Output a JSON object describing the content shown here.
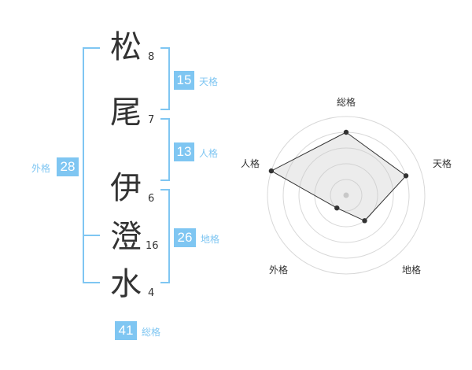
{
  "name": {
    "chars": [
      {
        "char": "松",
        "strokes": "8"
      },
      {
        "char": "尾",
        "strokes": "7"
      },
      {
        "char": "伊",
        "strokes": "6"
      },
      {
        "char": "澄",
        "strokes": "16"
      },
      {
        "char": "水",
        "strokes": "4"
      }
    ]
  },
  "scores": {
    "tenkaku": {
      "value": "15",
      "label": "天格"
    },
    "jinkaku": {
      "value": "13",
      "label": "人格"
    },
    "chikaku": {
      "value": "26",
      "label": "地格"
    },
    "gaikaku": {
      "value": "28",
      "label": "外格"
    },
    "soukaku": {
      "value": "41",
      "label": "総格"
    }
  },
  "colors": {
    "accent": "#7fc6f2",
    "text": "#333333"
  },
  "chart_data": {
    "type": "radar",
    "axes": [
      "総格",
      "天格",
      "地格",
      "外格",
      "人格"
    ],
    "values": [
      4,
      4,
      2,
      1,
      5
    ],
    "max": 5,
    "rings": 5,
    "title": ""
  }
}
